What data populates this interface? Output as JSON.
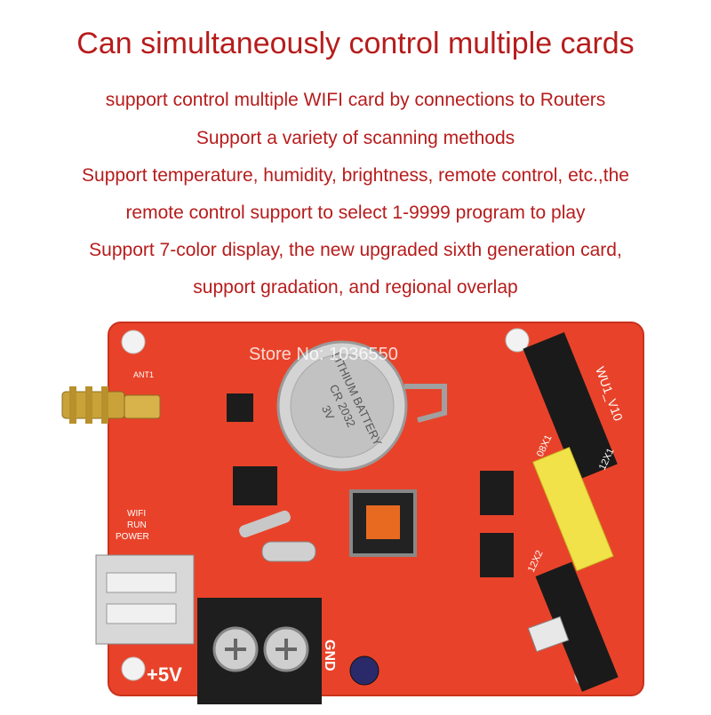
{
  "headline": "Can simultaneously control multiple cards",
  "features": [
    "support control multiple WIFI card by connections to Routers",
    "Support a variety of scanning methods",
    "Support temperature, humidity, brightness, remote control, etc.,the",
    "remote control support to select 1-9999 program to play",
    "Support 7-color display, the new upgraded sixth generation card,",
    "support gradation, and regional overlap"
  ],
  "photo": {
    "subject": "red LED controller circuit board with WiFi antenna, coin cell battery, USB port and connector headers",
    "colors": {
      "board": "#e8432a",
      "silkscreen": "#ffffff",
      "header_black": "#1a1a1a",
      "header_yellow": "#f2e24a",
      "battery": "#c8c8c8",
      "antenna_gold": "#c9a23a"
    },
    "silkscreen_labels": {
      "watermark": "Store No: 1036550",
      "battery_line1": "LITHIUM BATTERY",
      "battery_line2": "CR 2032",
      "battery_line3": "3V",
      "version": "WU1_V10",
      "power": "+5V",
      "ground": "GND",
      "header_a": "08X1",
      "header_b": "12X1",
      "header_c": "12X2",
      "led_wifi": "WIFI",
      "led_run": "RUN",
      "led_power": "POWER",
      "antenna": "ANT1"
    }
  }
}
